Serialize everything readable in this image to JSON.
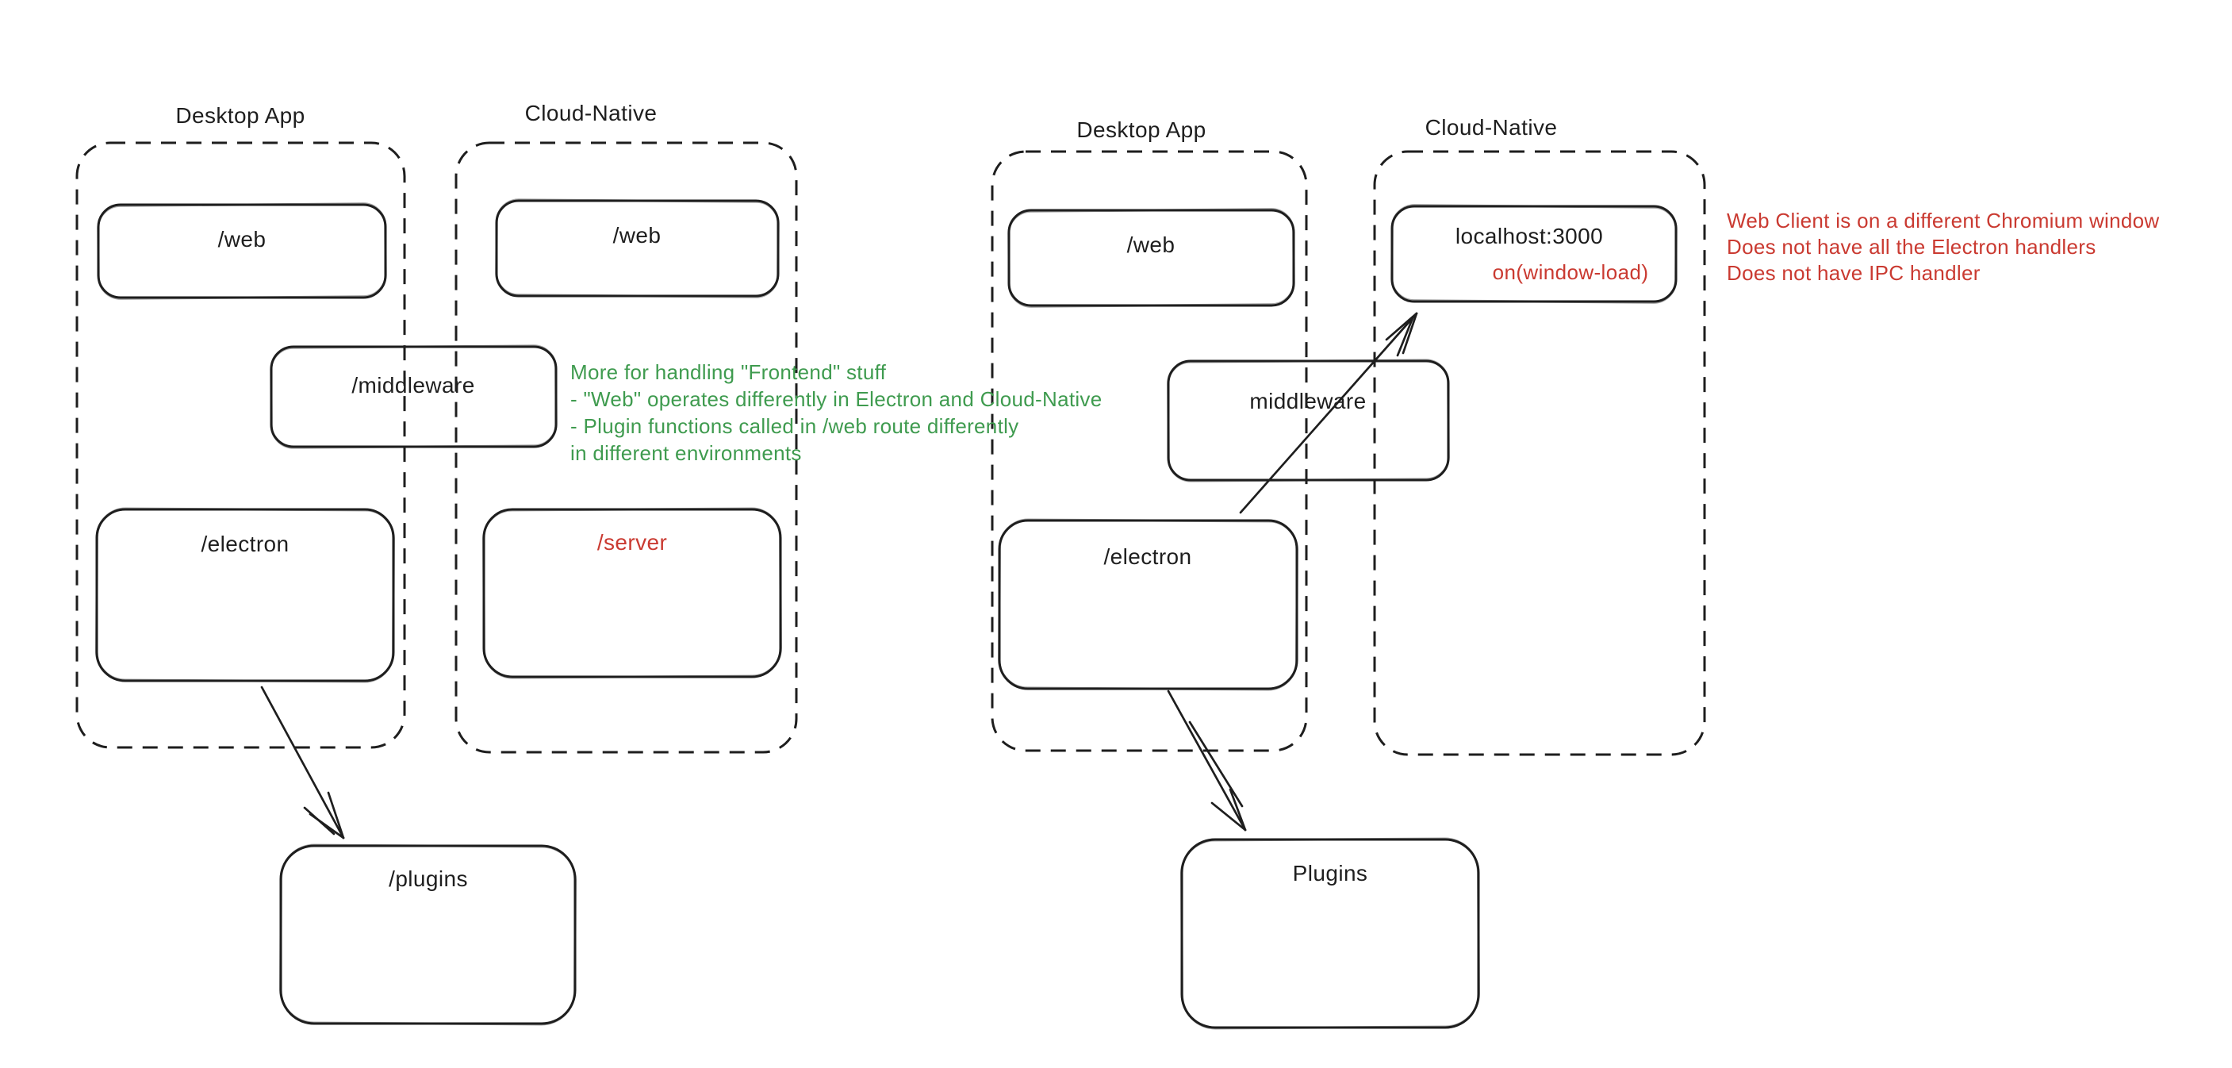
{
  "colors": {
    "ink": "#1e1e1e",
    "green": "#3f9b4f",
    "red": "#ca3a31"
  },
  "left": {
    "desktop_label": "Desktop App",
    "cloud_label": "Cloud-Native",
    "web_desktop": "/web",
    "web_cloud": "/web",
    "middleware": "/middleware",
    "electron": "/electron",
    "server": "/server",
    "plugins": "/plugins",
    "green_note": [
      "More for handling \"Frontend\" stuff",
      "- \"Web\" operates differently in Electron and Cloud-Native",
      "- Plugin functions called in /web route differently",
      "in different environments"
    ]
  },
  "right": {
    "desktop_label": "Desktop App",
    "cloud_label": "Cloud-Native",
    "web": "/web",
    "localhost": "localhost:3000",
    "window_load": "on(window-load)",
    "middleware": "middleware",
    "electron": "/electron",
    "plugins": "Plugins",
    "red_note": [
      "Web Client is on a different Chromium window",
      "Does not have all the Electron handlers",
      "Does not have IPC handler"
    ]
  }
}
